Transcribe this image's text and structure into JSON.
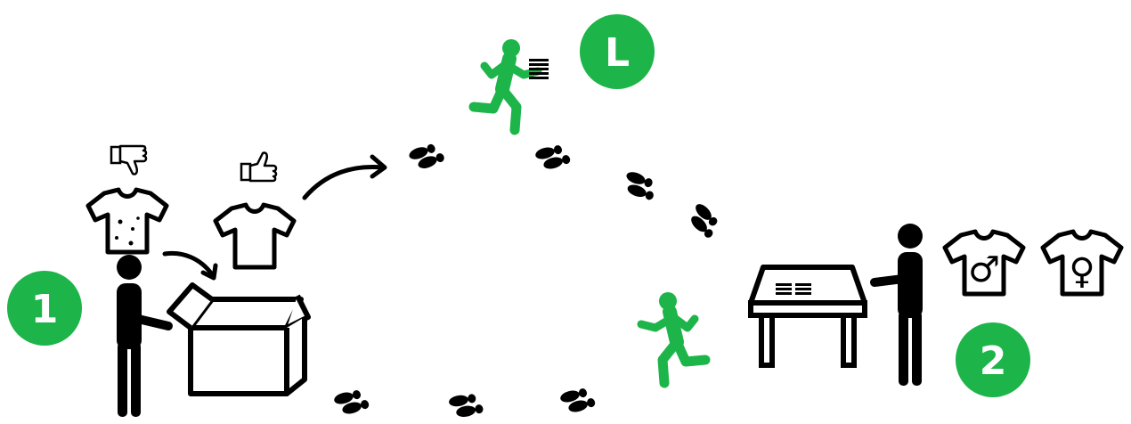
{
  "badges": {
    "step_one": "1",
    "step_two": "2",
    "step_l": "L"
  },
  "symbols": {
    "male": "♂",
    "female": "♀"
  },
  "colors": {
    "accent_green": "#1db54a",
    "ink": "#000000",
    "paper": "#ffffff"
  },
  "icons": [
    "thumbs-down-icon",
    "thumbs-up-icon",
    "stained-tshirt-icon",
    "clean-tshirt-icon",
    "person-icon",
    "open-box-icon",
    "running-person-icon",
    "footprints-icon",
    "table-icon",
    "male-tshirt-icon",
    "female-tshirt-icon",
    "arrow-icon"
  ]
}
